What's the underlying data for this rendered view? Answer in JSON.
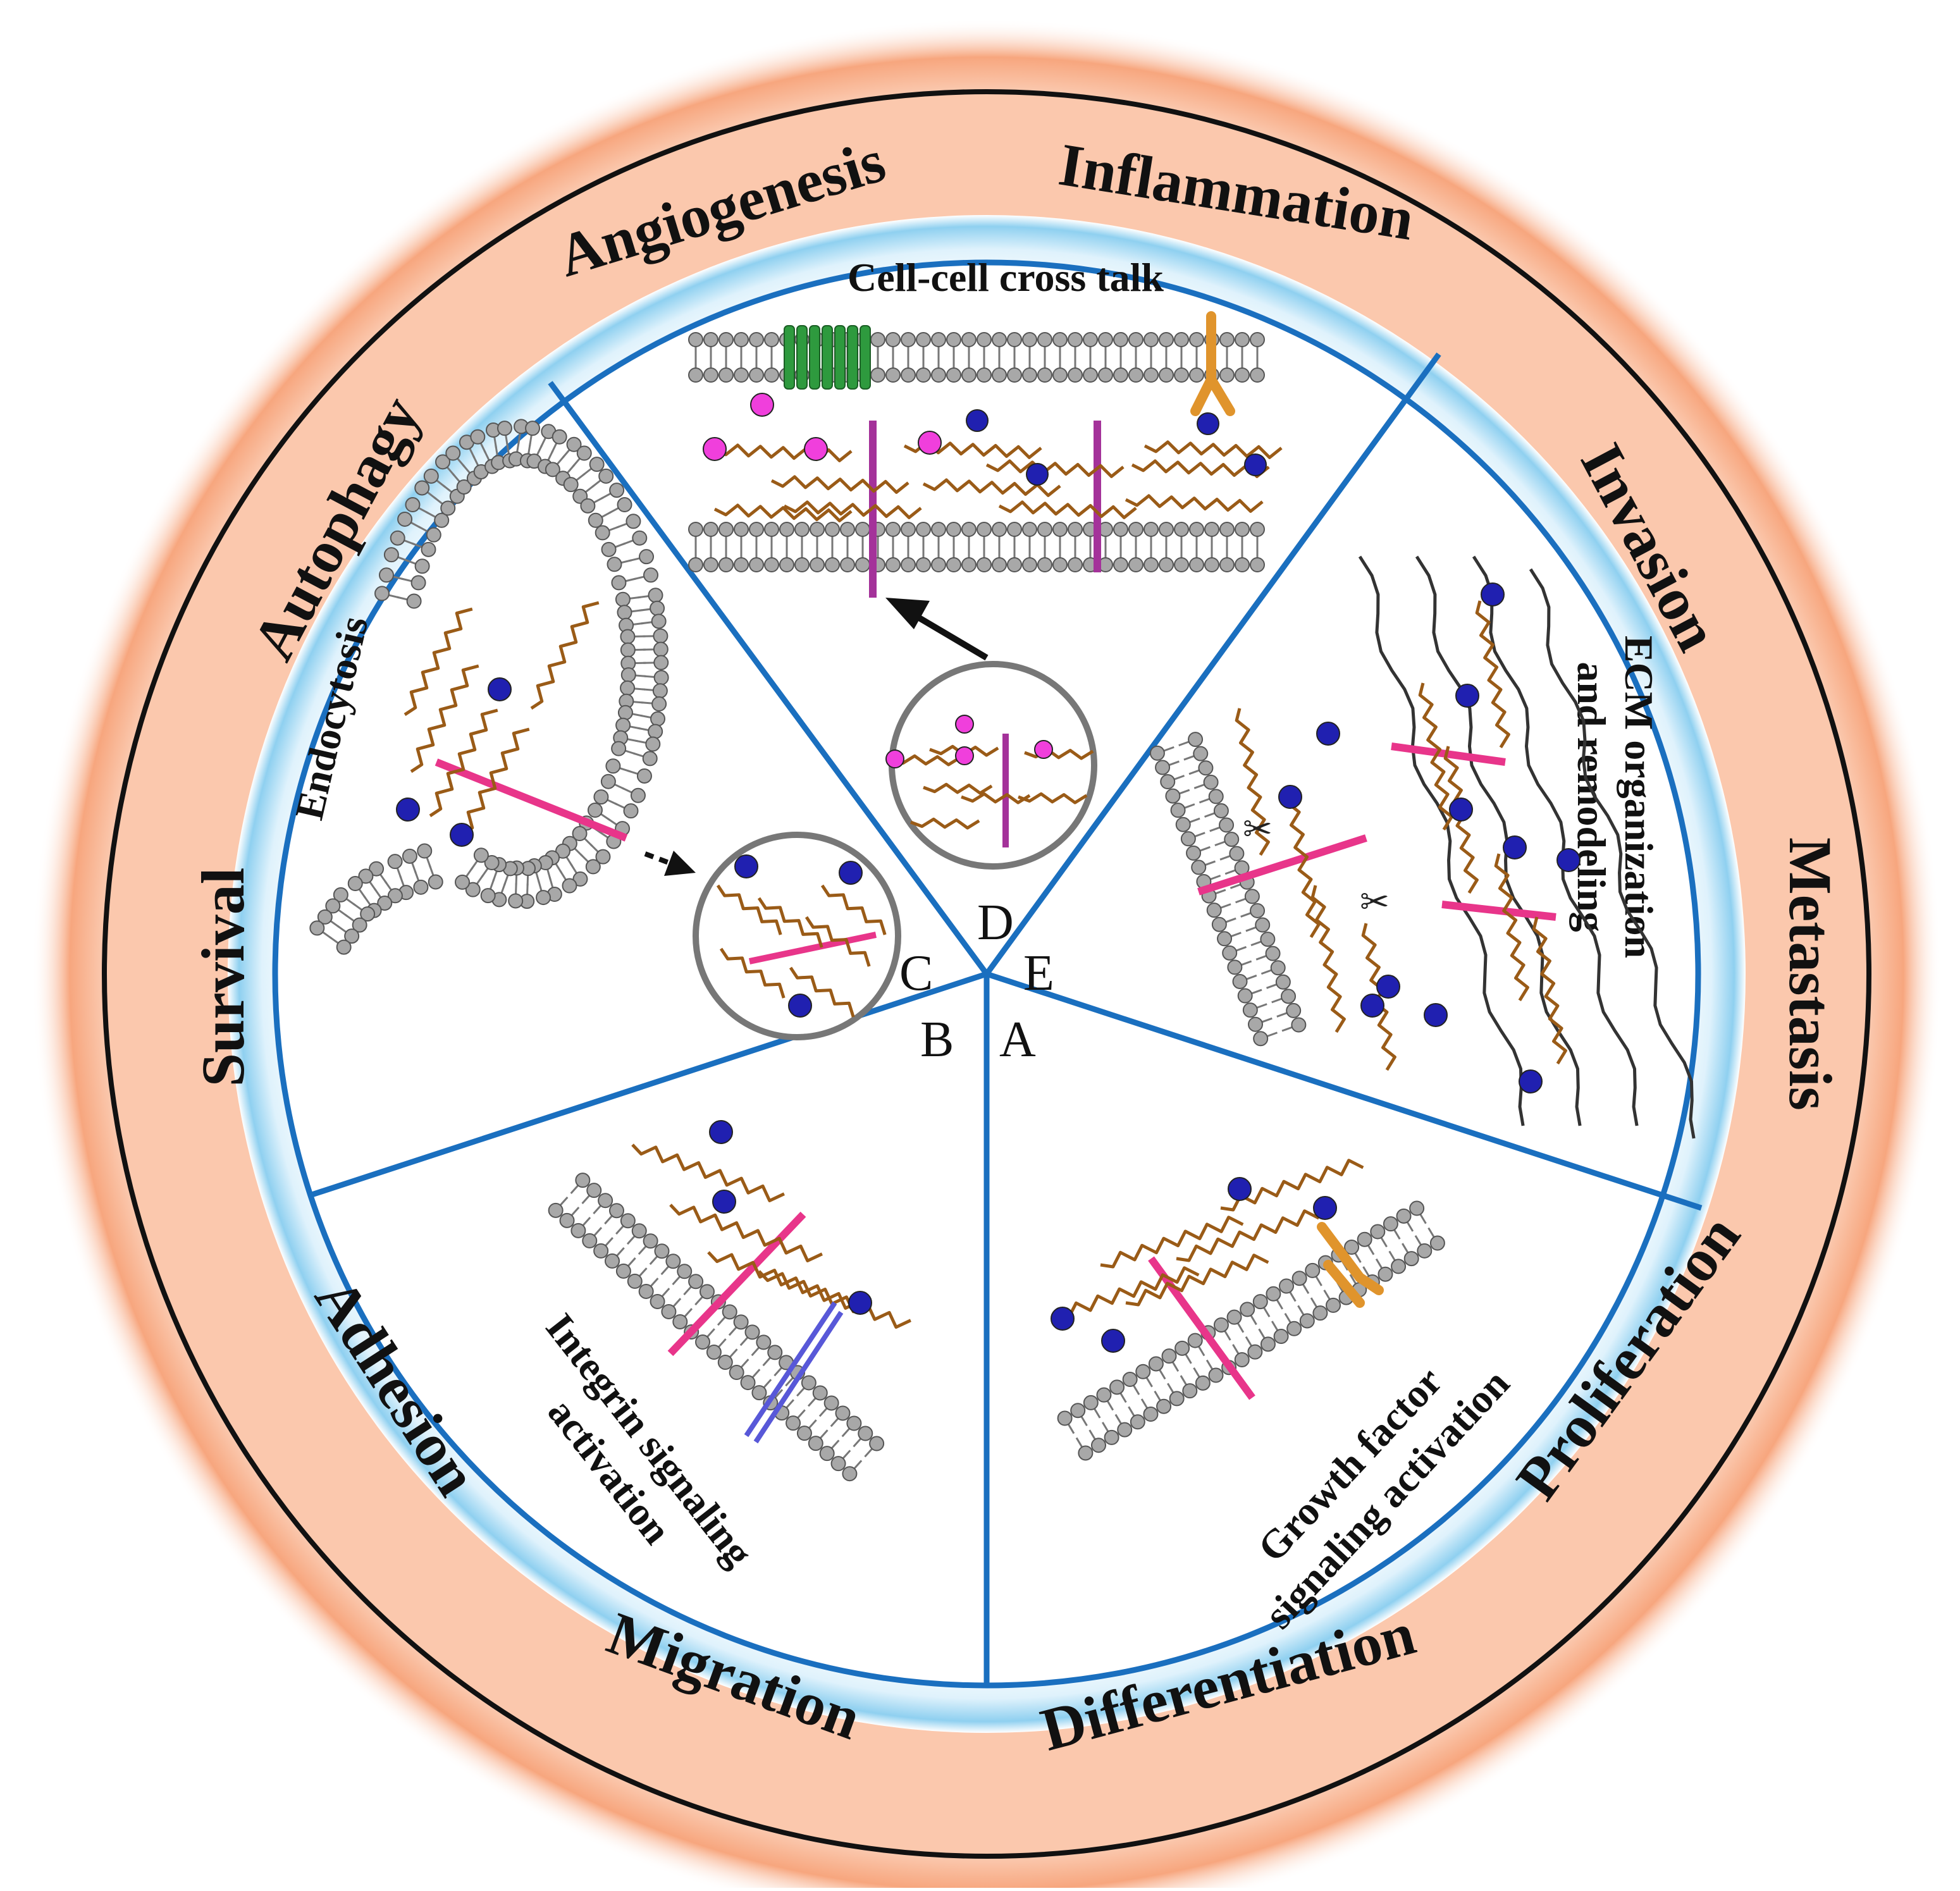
{
  "outer_ring_labels": {
    "inflammation": "Inflammation",
    "angiogenesis": "Angiogenesis",
    "autophagy": "Autophagy",
    "survival": "Survival",
    "adhesion": "Adhesion",
    "migration": "Migration",
    "differentiation": "Differentiation",
    "proliferation": "Proliferation",
    "metastasis": "Metastasis",
    "invasion": "Invasion"
  },
  "sectors": {
    "top": {
      "title": "Cell-cell cross talk",
      "letter": "D"
    },
    "left": {
      "title": "Endocytosis",
      "letter": "C"
    },
    "lower_left": {
      "title_line1": "Integrin signaling",
      "title_line2": "activation",
      "letter": "B"
    },
    "lower_right": {
      "title_line1": "Growth factor",
      "title_line2": "signaling activation",
      "letter": "A"
    },
    "right": {
      "title_line1": "ECM organization",
      "title_line2": "and remodeling",
      "letter": "E"
    }
  },
  "colors": {
    "ring_orange": "#f6a37c",
    "ring_blue": "#9fd7f2",
    "divider_blue": "#1a6fbf",
    "membrane_grey": "#a8a8a8",
    "core_protein_pink": "#e8358a",
    "receptor_purple": "#a4329a",
    "gag_brown": "#9a5b17",
    "ligand_blue": "#2020b0",
    "ligand_magenta": "#f03fdc",
    "gpcr_green": "#2e9a3e",
    "receptor_orange": "#e0942c",
    "integrin_violet": "#5858d8"
  }
}
